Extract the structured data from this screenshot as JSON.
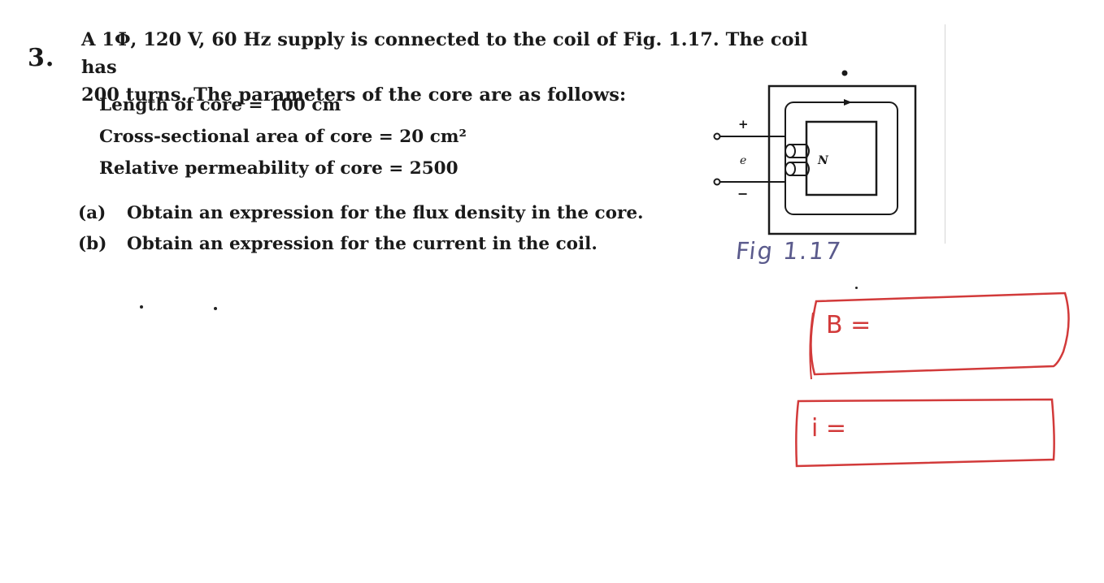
{
  "question": {
    "number": "3.",
    "stem_line1": "A 1Φ, 120 V, 60 Hz supply is connected to the coil of Fig. 1.17. The coil has",
    "stem_line2": "200 turns. The parameters of the core are as follows:",
    "parameters": [
      "Length of core = 100 cm",
      "Cross-sectional area of core = 20 cm²",
      "Relative permeability of core = 2500"
    ],
    "parts": [
      {
        "label": "(a)",
        "text": "Obtain an expression for the flux density in the core."
      },
      {
        "label": "(b)",
        "text": "Obtain an expression for the current in the coil."
      }
    ]
  },
  "figure": {
    "caption": "Fig 1.17",
    "coil_label": "N",
    "plus_sign": "+",
    "minus_sign": "−",
    "voltage_label": "e"
  },
  "answers": [
    {
      "label": "B ="
    },
    {
      "label": "i ="
    }
  ],
  "colors": {
    "ink": "#1a1a1a",
    "handwriting_red": "#d23a3a",
    "caption_blue": "#5a5a8c"
  }
}
